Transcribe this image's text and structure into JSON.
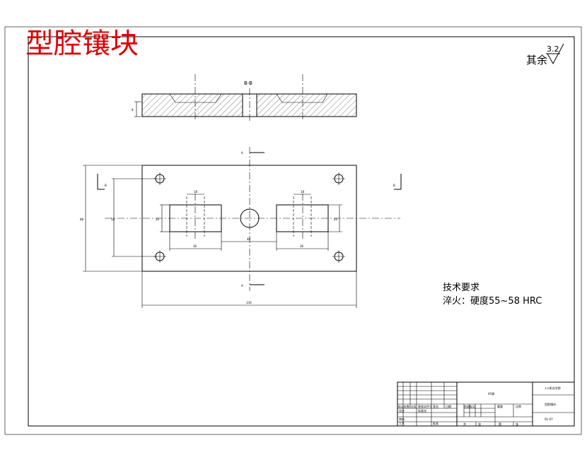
{
  "title": "型腔镶块",
  "roughness": {
    "prefix": "其余",
    "value": "3.2"
  },
  "section_label": "B-B",
  "view_markers": {
    "a_top": "A",
    "a_bottom": "A",
    "b_left": "B",
    "b_right": "B"
  },
  "tech_requirements": {
    "heading": "技术要求",
    "line1": "淬火：硬度55~58 HRC"
  },
  "dims": {
    "b_thickness": "8",
    "height": "88",
    "width": "130",
    "hole_span": "58",
    "slot_left_top": "18",
    "slot_right_top": "18",
    "slot_left_bottom": "36",
    "slot_right_bottom": "36",
    "center_gap": "40",
    "slot_left_height": "20",
    "slot_right_height": "20"
  },
  "title_block": {
    "part_name": "型腔镶块",
    "material": "45钢",
    "drawing_no": "01-07",
    "school": "××职业学院",
    "row_labels": [
      "标记",
      "处数",
      "分区",
      "更改文件号",
      "签名",
      "日期"
    ],
    "roles": [
      "设计",
      "标准化",
      "审核",
      "工艺",
      "批准"
    ],
    "cols": [
      "阶段标记",
      "重量",
      "比例"
    ],
    "sheets": [
      "共",
      "张",
      "第",
      "张"
    ]
  }
}
